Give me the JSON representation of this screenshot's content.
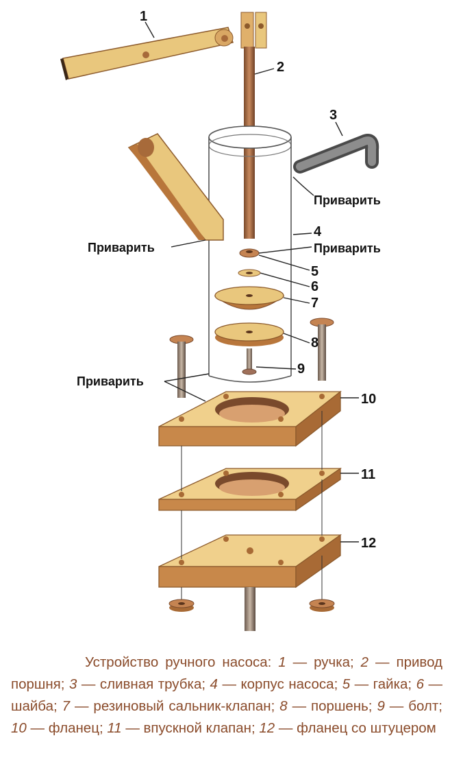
{
  "labels": {
    "n1": "1",
    "n2": "2",
    "n3": "3",
    "n4": "4",
    "n5": "5",
    "n6": "6",
    "n7": "7",
    "n8": "8",
    "n9": "9",
    "n10": "10",
    "n11": "11",
    "n12": "12",
    "weld": "Приварить"
  },
  "caption": {
    "intro": "Устройство ручного насоса: ",
    "items": [
      {
        "num": "1",
        "text": " — ручка; "
      },
      {
        "num": "2",
        "text": " — привод поршня; "
      },
      {
        "num": "3",
        "text": " — сливная трубка; "
      },
      {
        "num": "4",
        "text": " — корпус насоса; "
      },
      {
        "num": "5",
        "text": " — гайка; "
      },
      {
        "num": "6",
        "text": " — шайба; "
      },
      {
        "num": "7",
        "text": " — резиновый сальник-клапан; "
      },
      {
        "num": "8",
        "text": " — поршень; "
      },
      {
        "num": "9",
        "text": " — болт; "
      },
      {
        "num": "10",
        "text": " — фланец; "
      },
      {
        "num": "11",
        "text": " — впускной клапан; "
      },
      {
        "num": "12",
        "text": " — фланец со штуцером"
      }
    ]
  },
  "colors": {
    "wood": "#e9c77d",
    "wood_dark": "#b8763b",
    "copper": "#a96a44",
    "tube": "#6f6f6f",
    "caption": "#8a4b2a"
  }
}
